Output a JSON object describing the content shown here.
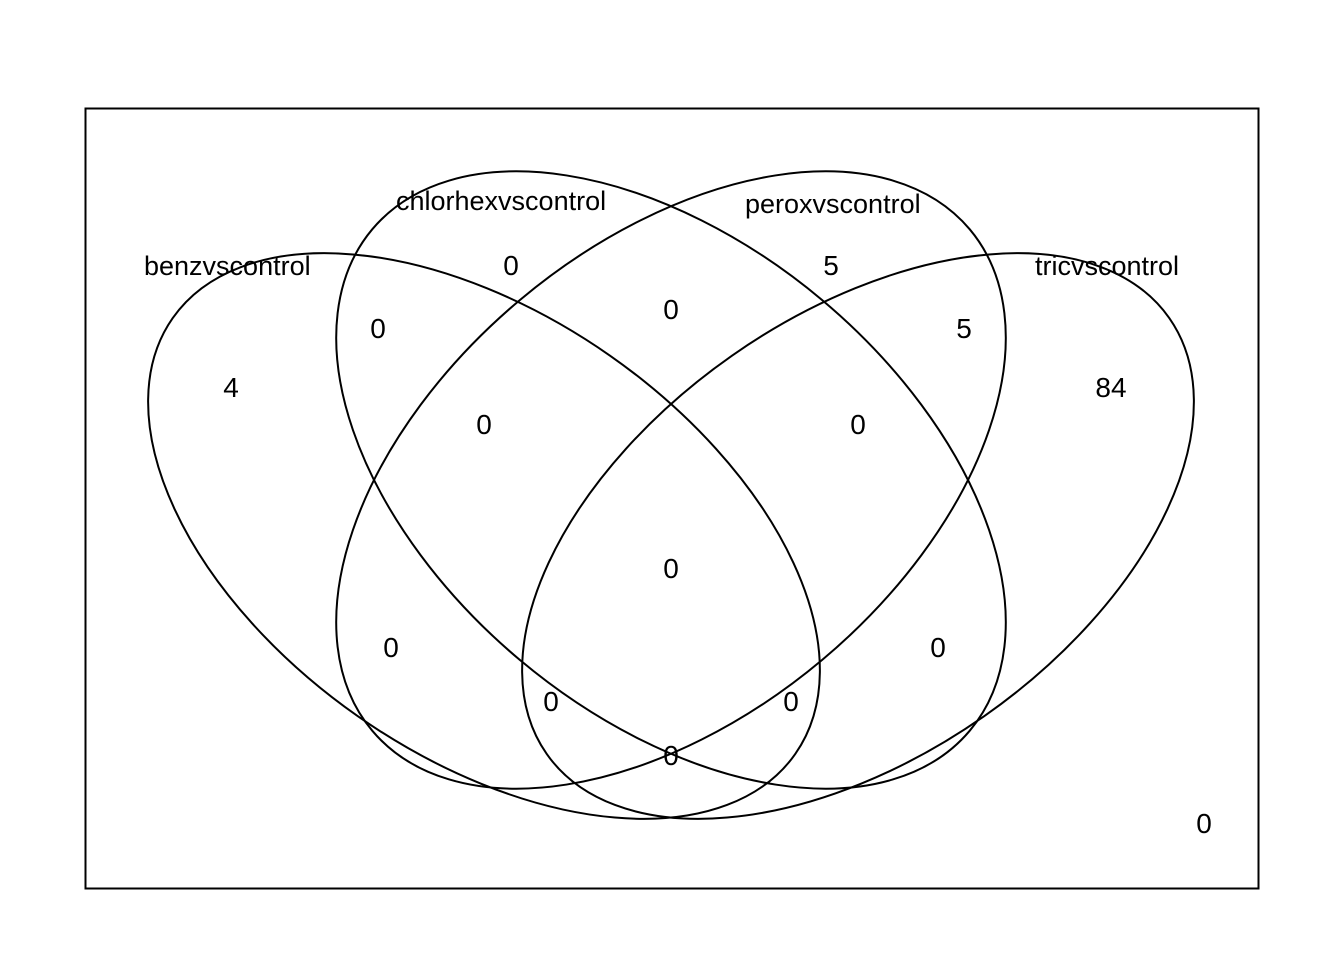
{
  "diagram": {
    "type": "venn-4",
    "stroke_color": "#000000",
    "background": "#ffffff",
    "sets": [
      {
        "key": "A",
        "name": "benzvscontrol"
      },
      {
        "key": "B",
        "name": "chlorhexvscontrol"
      },
      {
        "key": "C",
        "name": "peroxvscontrol"
      },
      {
        "key": "D",
        "name": "tricvscontrol"
      }
    ],
    "regions": [
      {
        "sets": "A",
        "count": "4"
      },
      {
        "sets": "B",
        "count": "0"
      },
      {
        "sets": "C",
        "count": "5"
      },
      {
        "sets": "D",
        "count": "84"
      },
      {
        "sets": "AB",
        "count": "0"
      },
      {
        "sets": "BC",
        "count": "0"
      },
      {
        "sets": "CD",
        "count": "5"
      },
      {
        "sets": "ABC",
        "count": "0"
      },
      {
        "sets": "BCD",
        "count": "0"
      },
      {
        "sets": "ABCD",
        "count": "0"
      },
      {
        "sets": "AC",
        "count": "0"
      },
      {
        "sets": "BD",
        "count": "0"
      },
      {
        "sets": "ACD",
        "count": "0"
      },
      {
        "sets": "ABD",
        "count": "0"
      },
      {
        "sets": "AD",
        "count": "0"
      },
      {
        "sets": "outside",
        "count": "0"
      }
    ]
  }
}
